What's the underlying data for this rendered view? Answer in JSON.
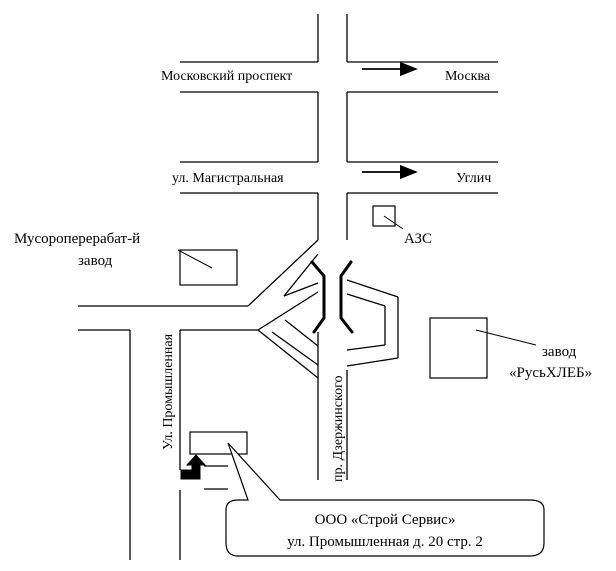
{
  "streets": {
    "moskovsky": "Московский проспект",
    "moskva": "Москва",
    "magistralnaya": "ул. Магистральная",
    "uglich": "Углич",
    "promyshlennaya": "Ул. Промышленная",
    "dzerzhinskogo": "пр. Дзержинского"
  },
  "places": {
    "waste_plant_line1": "Мусороперерабат-й",
    "waste_plant_line2": "завод",
    "gas_station": "АЗС",
    "bakery_line1": "завод",
    "bakery_line2": "«РусьХЛЕБ»"
  },
  "callout": {
    "company": "ООО «Строй Сервис»",
    "address": "ул. Промышленная д. 20 стр. 2"
  }
}
